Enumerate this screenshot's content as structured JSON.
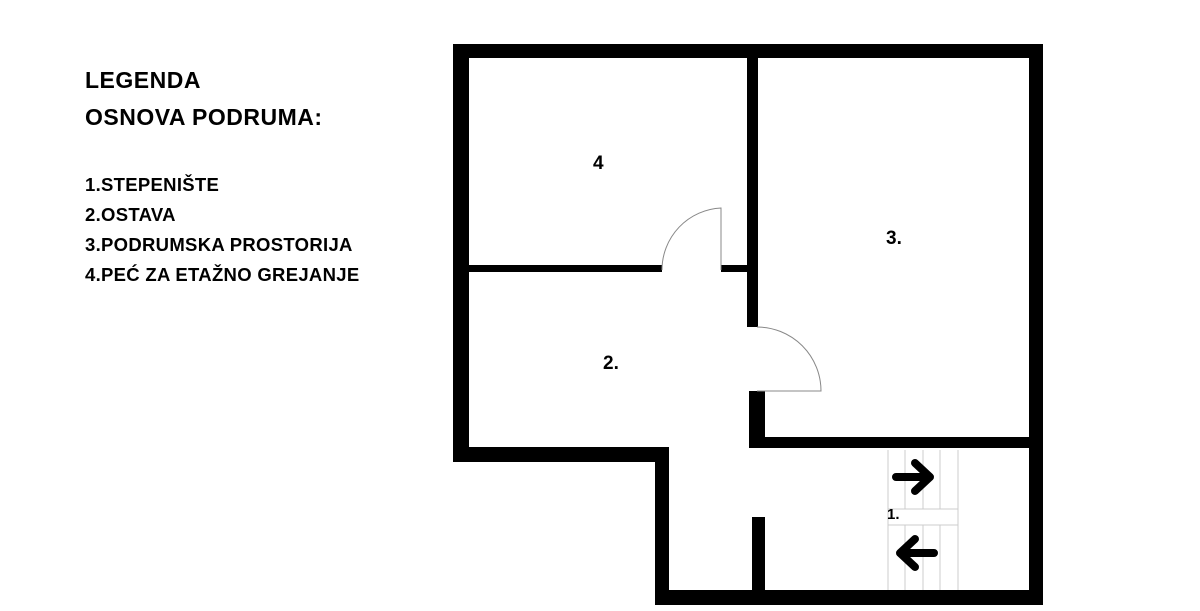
{
  "legend": {
    "title_line1": "LEGENDA",
    "title_line2": "OSNOVA PODRUMA:",
    "items": [
      "1.STEPENIŠTE",
      "2.OSTAVA",
      "3.PODRUMSKA PROSTORIJA",
      "4.PEĆ ZA ETAŽNO GREJANJE"
    ]
  },
  "plan": {
    "rooms": {
      "stairs": "1.",
      "storage": "2.",
      "basement_room": "3.",
      "boiler": "4"
    },
    "wall_color": "#000000"
  }
}
